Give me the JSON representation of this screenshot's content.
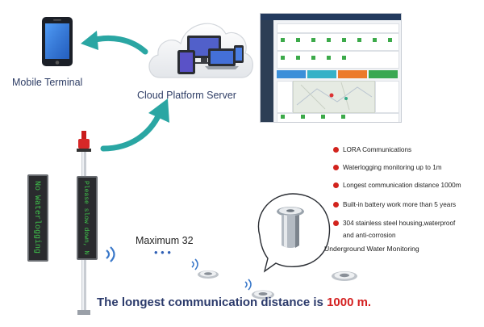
{
  "labels": {
    "mobile_terminal": "Mobile Terminal",
    "cloud_platform_server": "Cloud Platform Server",
    "maximum": "Maximum 32",
    "dots": "• • •",
    "underground_water_monitoring": "Underground Water Monitoring"
  },
  "features": [
    "LORA Communications",
    "Waterlogging monitoring up to 1m",
    "Longest communication distance 1000m",
    "Built-in battery work more than 5 years",
    "304 stainless steel housing,waterproof",
    "and anti-corrosion"
  ],
  "signs": {
    "left_panel_text": "No Waterlogging",
    "pole_panel_text": "Please slow down, No Waterlogging"
  },
  "bottom": {
    "prefix": "The longest communication distance is ",
    "highlight": "1000 m."
  },
  "colors": {
    "title_blue": "#2f3e66",
    "bullet_red": "#d2231d",
    "arrow_teal": "#2aa6a3",
    "led_green": "#3fc24b",
    "highlight_red": "#d42020"
  },
  "icons": [
    "mobile-phone-icon",
    "cloud-icon",
    "laptop-icon",
    "tablet-icon",
    "wifi-signal-icon",
    "red-beacon-icon"
  ]
}
